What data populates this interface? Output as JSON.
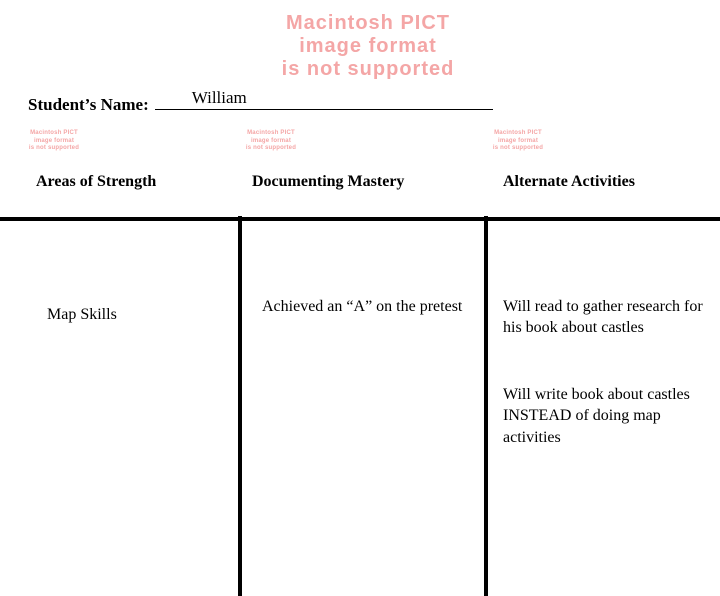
{
  "broken_images": {
    "top_banner": "Macintosh PICT\nimage format\nis not supported",
    "small_1": "Macintosh PICT\nimage format\nis not supported",
    "small_2": "Macintosh PICT\nimage format\nis not supported",
    "small_3": "Macintosh PICT\nimage format\nis not supported"
  },
  "student": {
    "label": "Student’s Name:",
    "value": "William"
  },
  "table": {
    "headers": [
      "Areas of Strength",
      "Documenting Mastery",
      "Alternate Activities"
    ],
    "rows": [
      {
        "strength": "Map Skills",
        "mastery": "Achieved an “A” on the pretest",
        "alternate_1": "Will read to gather research for his book about castles",
        "alternate_2": "Will write book about castles INSTEAD of doing map activities"
      }
    ]
  },
  "colors": {
    "rule": "#000000",
    "broken_image_text": "#f4a6a6",
    "background": "#ffffff"
  }
}
